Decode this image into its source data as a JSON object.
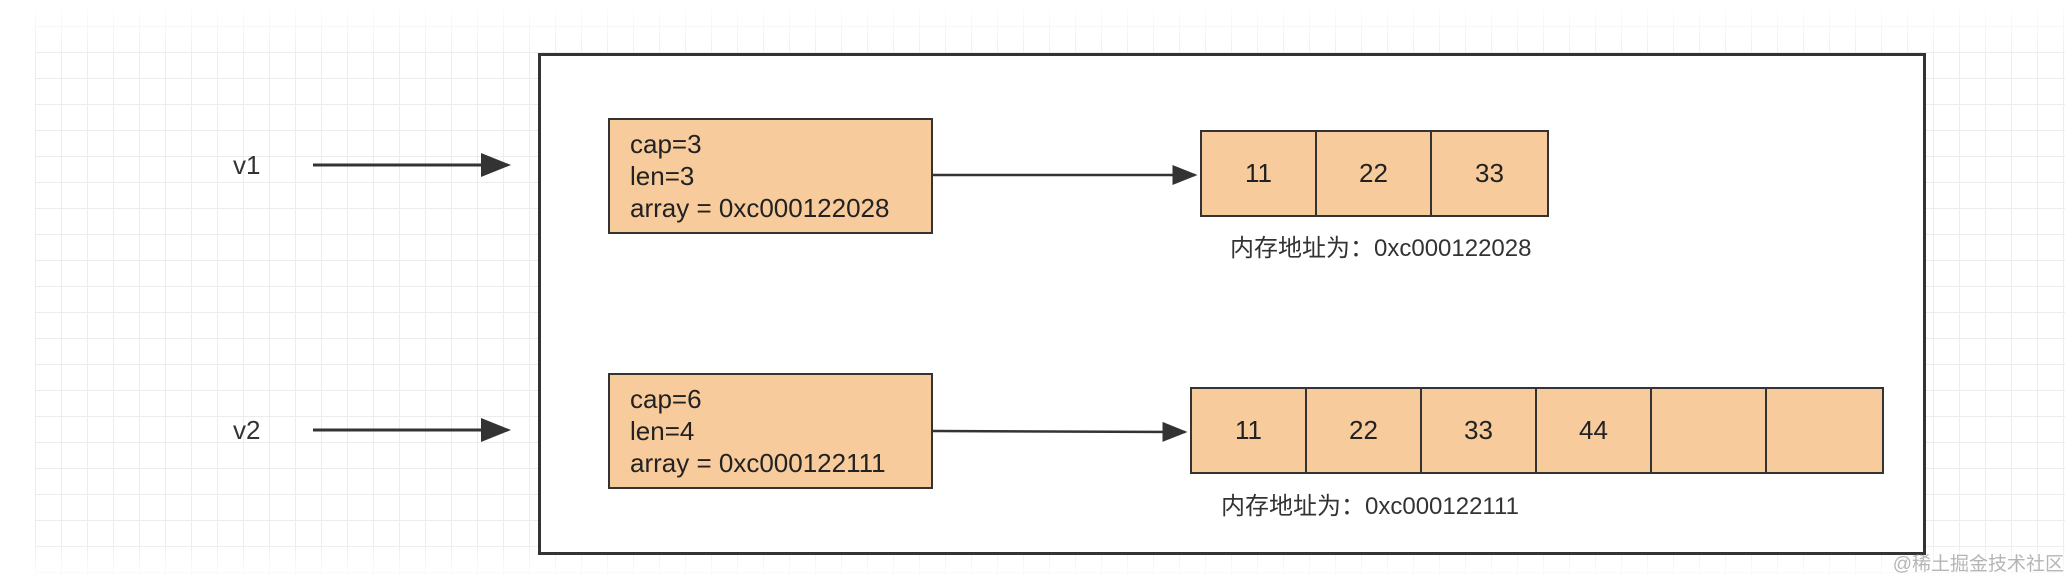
{
  "variables": [
    {
      "name": "v1",
      "header_lines": [
        "cap=3",
        "len=3",
        "array = 0xc000122028"
      ],
      "cells": [
        "11",
        "22",
        "33"
      ],
      "address_label": "内存地址为：0xc000122028"
    },
    {
      "name": "v2",
      "header_lines": [
        "cap=6",
        "len=4",
        "array = 0xc000122111"
      ],
      "cells": [
        "11",
        "22",
        "33",
        "44",
        "",
        ""
      ],
      "address_label": "内存地址为：0xc000122111"
    }
  ],
  "colors": {
    "cell_fill": "#f7cb9b",
    "stroke": "#333333"
  },
  "watermark": "@稀土掘金技术社区"
}
